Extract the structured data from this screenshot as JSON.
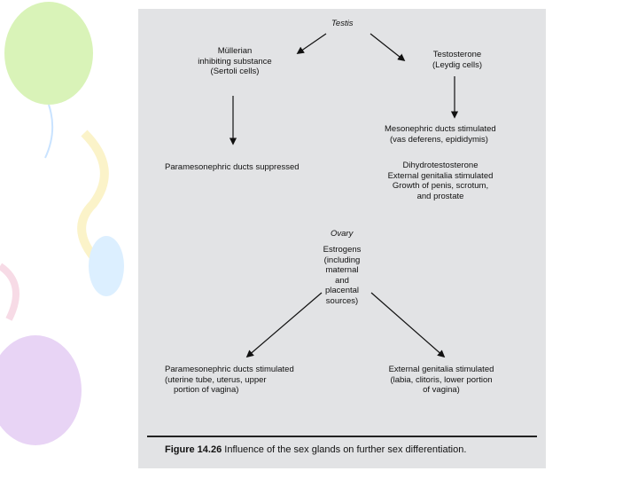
{
  "figure": {
    "top": {
      "testis": "Testis"
    },
    "left_branch": {
      "mis_line1": "Müllerian",
      "mis_line2": "inhibiting substance",
      "mis_line3": "(Sertoli cells)",
      "suppressed": "Paramesonephric ducts suppressed"
    },
    "right_branch": {
      "testosterone_line1": "Testosterone",
      "testosterone_line2": "(Leydig cells)",
      "meso_line1": "Mesonephric ducts stimulated",
      "meso_line2": "(vas deferens, epididymis)",
      "dht_line1": "Dihydrotestosterone",
      "dht_line2": "External genitalia stimulated",
      "dht_line3": "Growth of penis, scrotum,",
      "dht_line4": "and prostate"
    },
    "ovary": {
      "ovary": "Ovary",
      "estrogens_line1": "Estrogens",
      "estrogens_line2": "(including",
      "estrogens_line3": "maternal",
      "estrogens_line4": "and",
      "estrogens_line5": "placental",
      "estrogens_line6": "sources)"
    },
    "bottom_left": {
      "line1": "Paramesonephric ducts stimulated",
      "line2": "(uterine tube, uterus, upper",
      "line3": "portion of vagina)"
    },
    "bottom_right": {
      "line1": "External genitalia stimulated",
      "line2": "(labia, clitoris, lower portion",
      "line3": "of vagina)"
    },
    "caption": {
      "label": "Figure 14.26",
      "text": "Influence of the sex glands on further sex differentiation."
    }
  },
  "colors": {
    "background": "#ffffff",
    "scan": "#e2e3e5",
    "text": "#111111"
  }
}
